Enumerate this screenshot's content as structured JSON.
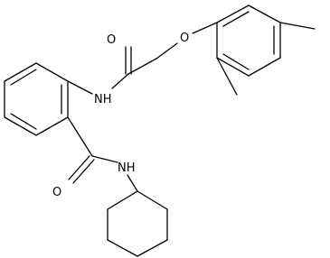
{
  "labels": {
    "oxygen_top": "O",
    "oxygen_ether": "O",
    "amide_nh_top": "NH",
    "oxygen_bottom": "O",
    "amide_nh_bottom": "NH"
  },
  "colors": {
    "bond": "#000000",
    "label": "#000000",
    "background": "#ffffff"
  }
}
